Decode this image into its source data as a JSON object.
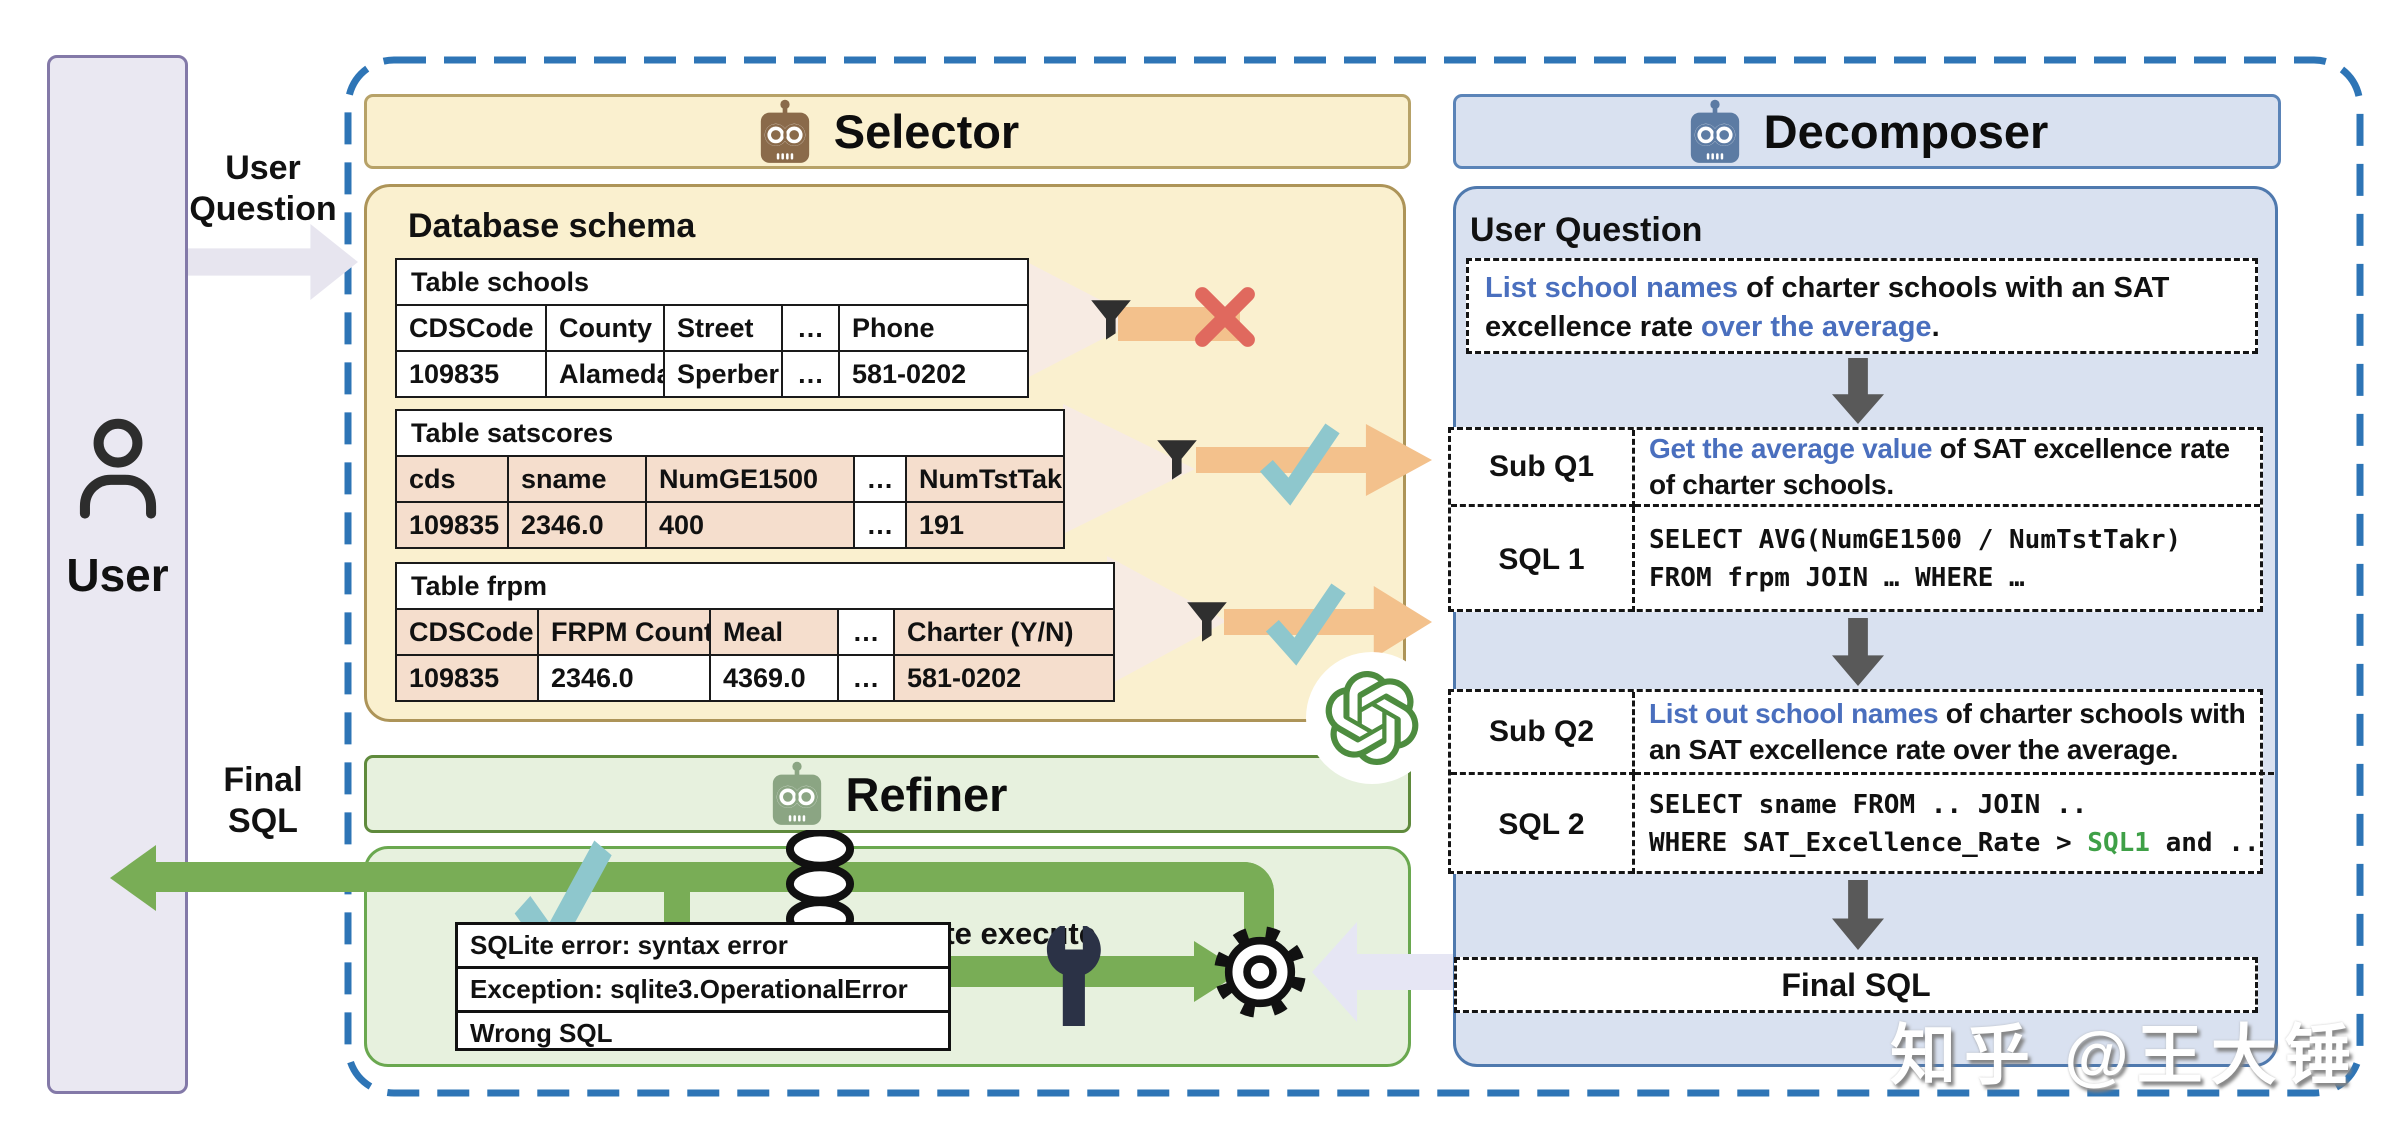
{
  "colors": {
    "selector_bg": "#faf0cf",
    "selector_border": "#ad9458",
    "decomposer_bg": "#d9e1f0",
    "decomposer_border": "#4f79ae",
    "refiner_bg": "#e7f1de",
    "refiner_border": "#6aa84f",
    "user_bg": "#eae8f2",
    "user_border": "#8379a8",
    "dashed_border": "#2e75b6",
    "highlight_blue_text": "#4a6fbe",
    "sql_green_text": "#3fa047",
    "table_pink": "#f5decd",
    "orange_arrow": "#f3c18c",
    "teal_check": "#8ec7cd",
    "red_cross": "#e0695e",
    "green_flow": "#79ad56",
    "gray_arrow": "#595959",
    "lavender_arrow": "#e6e6f4",
    "openai_green": "#4d8c3f"
  },
  "user_panel": {
    "label": "User"
  },
  "arrows": {
    "user_question_line1": "User",
    "user_question_line2": "Question",
    "final_sql_line1": "Final",
    "final_sql_line2": "SQL"
  },
  "selector": {
    "title": "Selector",
    "schema_title": "Database schema",
    "tables": [
      {
        "title": "Table schools",
        "headers": [
          "CDSCode",
          "County",
          "Street",
          "…",
          "Phone"
        ],
        "row": [
          "109835",
          "Alameda",
          "Sperber",
          "…",
          "581-0202"
        ]
      },
      {
        "title": "Table satscores",
        "headers": [
          "cds",
          "sname",
          "NumGE1500",
          "…",
          "NumTstTakr"
        ],
        "row": [
          "109835",
          "2346.0",
          "400",
          "…",
          "191"
        ]
      },
      {
        "title": "Table frpm",
        "headers": [
          "CDSCode",
          "FRPM Count",
          "Meal",
          "…",
          "Charter (Y/N)"
        ],
        "row": [
          "109835",
          "2346.0",
          "4369.0",
          "…",
          "581-0202"
        ]
      }
    ]
  },
  "refiner": {
    "title": "Refiner",
    "sqlite_execute_label": "SQLite execute",
    "error_box": [
      "SQLite error: syntax error",
      "Exception: sqlite3.OperationalError",
      "Wrong SQL"
    ]
  },
  "decomposer": {
    "title": "Decomposer",
    "section_title": "User Question",
    "question": {
      "part1_blue": "List school names",
      "part2": " of charter schools with an SAT excellence rate ",
      "part3_blue": "over the average",
      "part4": "."
    },
    "sub_q1": {
      "label": "Sub Q1",
      "part1_blue": "Get the average value",
      "part2": " of SAT excellence rate of charter schools."
    },
    "sql_1": {
      "label": "SQL 1",
      "line1": "SELECT AVG(NumGE1500 / NumTstTakr)",
      "line2": "FROM frpm JOIN … WHERE …"
    },
    "sub_q2": {
      "label": "Sub Q2",
      "part1_blue": "List out school names",
      "part2": " of charter schools with an SAT excellence rate over the average."
    },
    "sql_2": {
      "label": "SQL 2",
      "line1": "SELECT sname FROM .. JOIN ..",
      "line2_pre": "WHERE SAT_Excellence_Rate > ",
      "line2_ref": "SQL1",
      "line2_post": " and .."
    },
    "final_sql_label": "Final SQL"
  },
  "watermark": "知乎 @王大锤",
  "icons": {
    "user": "person-icon",
    "selector": "robot-icon",
    "decomposer": "robot-icon",
    "refiner": "robot-icon",
    "column_filter": "funnel-icon",
    "keep": "check-icon",
    "discard": "cross-icon",
    "sqlite": "database-cylinder-icon",
    "fix": "wrench-icon",
    "refine": "gear-icon",
    "llm": "openai-logo-icon"
  }
}
